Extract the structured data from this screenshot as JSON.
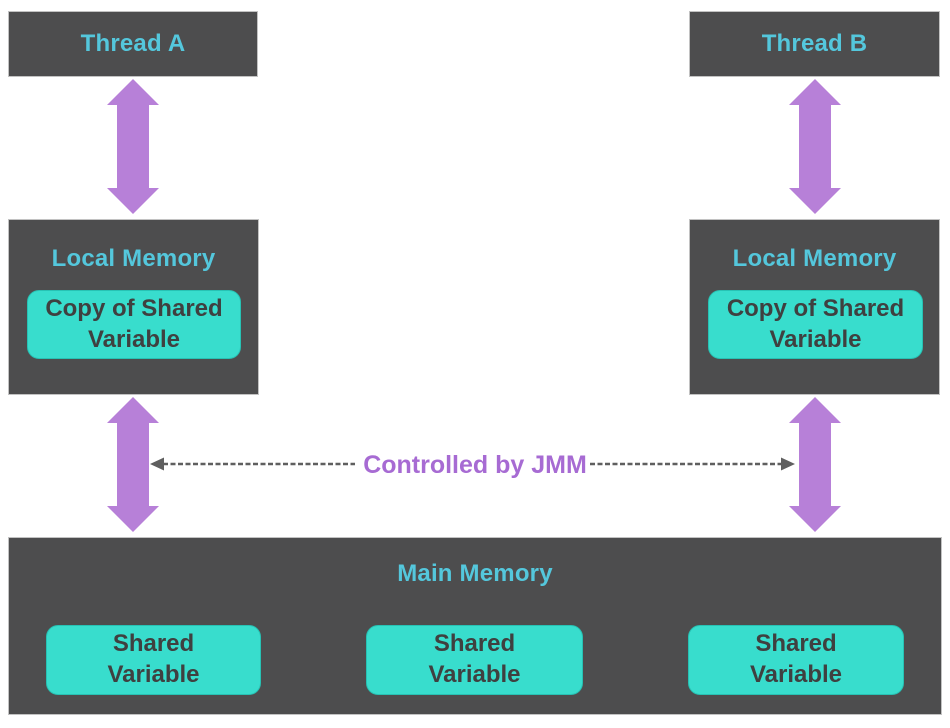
{
  "threads": {
    "a": "Thread A",
    "b": "Thread B"
  },
  "local_memory": {
    "title": "Local Memory",
    "item": "Copy of Shared Variable"
  },
  "jmm": {
    "label": "Controlled by JMM"
  },
  "main_memory": {
    "title": "Main Memory",
    "items": [
      "Shared Variable",
      "Shared Variable",
      "Shared Variable"
    ]
  },
  "colors": {
    "box_background": "#4D4D4E",
    "heading_teal": "#54C7DC",
    "variable_fill": "#38DDCD",
    "variable_text": "#3F4040",
    "arrow_purple": "#B780D8",
    "jmm_text_purple": "#A76BD3",
    "dashed_gray": "#5F5F5F"
  }
}
